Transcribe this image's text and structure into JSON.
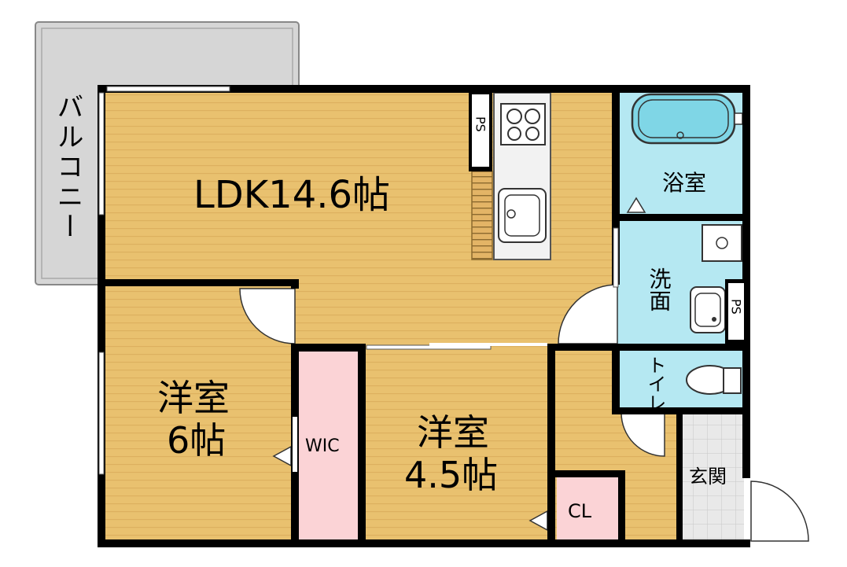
{
  "rooms": {
    "balcony": "バルコニー",
    "ldk": "LDK14.6帖",
    "bath": "浴室",
    "wash": "洗面",
    "toilet": "トイレ",
    "bedroom1": [
      "洋室",
      "6帖"
    ],
    "bedroom2": [
      "洋室",
      "4.5帖"
    ],
    "wic": "WIC",
    "closet": "CL",
    "entrance": "玄関",
    "ps": "PS"
  },
  "colors": {
    "floor_wood": "#E9C16F",
    "floor_stripe": "#DDB05F",
    "wet_area": "#B5E8F2",
    "storage": "#FBD3D6",
    "balcony": "#D6D6D6",
    "entrance_tile": "#E9E9E9",
    "wall": "#000000"
  }
}
